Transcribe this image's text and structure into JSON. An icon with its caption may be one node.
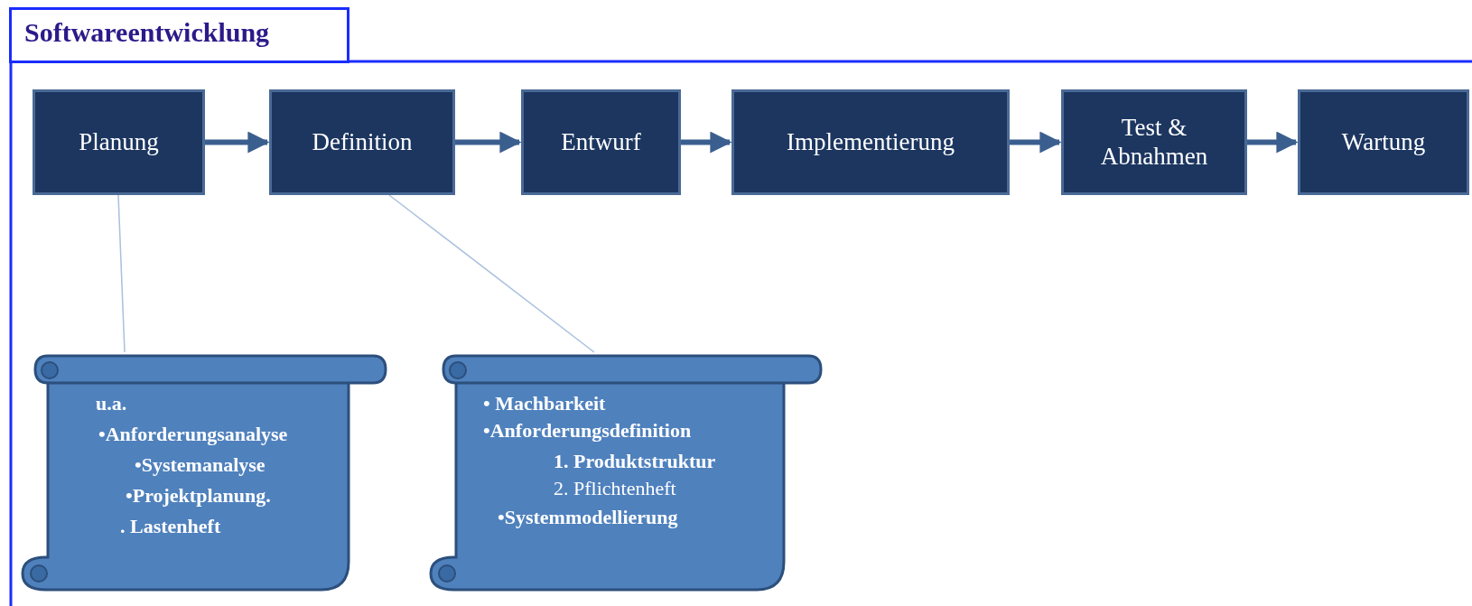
{
  "diagram": {
    "title": "Softwareentwicklung",
    "nodes": [
      {
        "text": [
          "Planung"
        ]
      },
      {
        "text": [
          "Definition"
        ]
      },
      {
        "text": [
          "Entwurf"
        ]
      },
      {
        "text": [
          "Implementierung"
        ]
      },
      {
        "text": [
          "Test & Abnahmen"
        ]
      },
      {
        "text": [
          "Wartung"
        ]
      },
      {
        "text": [
          "u.a.",
          "•Anforderungsanalyse",
          "•Systemanalyse",
          "•Projektplanung.",
          ". Lastenheft"
        ]
      },
      {
        "text": [
          "• Machbarkeit",
          "•Anforderungsdefinition",
          "1.   Produktstruktur",
          "2.   Pflichtenheft",
          "•Systemmodellierung"
        ]
      }
    ],
    "edges": [
      {
        "from": 0,
        "to": 1,
        "arrow": "to"
      },
      {
        "from": 1,
        "to": 2,
        "arrow": "to"
      },
      {
        "from": 2,
        "to": 3,
        "arrow": "to"
      },
      {
        "from": 3,
        "to": 4,
        "arrow": "to"
      },
      {
        "from": 4,
        "to": 5,
        "arrow": "to"
      },
      {
        "from": 0,
        "to": 6,
        "arrow": "none",
        "color": "#a9c0de"
      },
      {
        "from": 1,
        "to": 7,
        "arrow": "none",
        "color": "#a9c0de"
      }
    ]
  }
}
